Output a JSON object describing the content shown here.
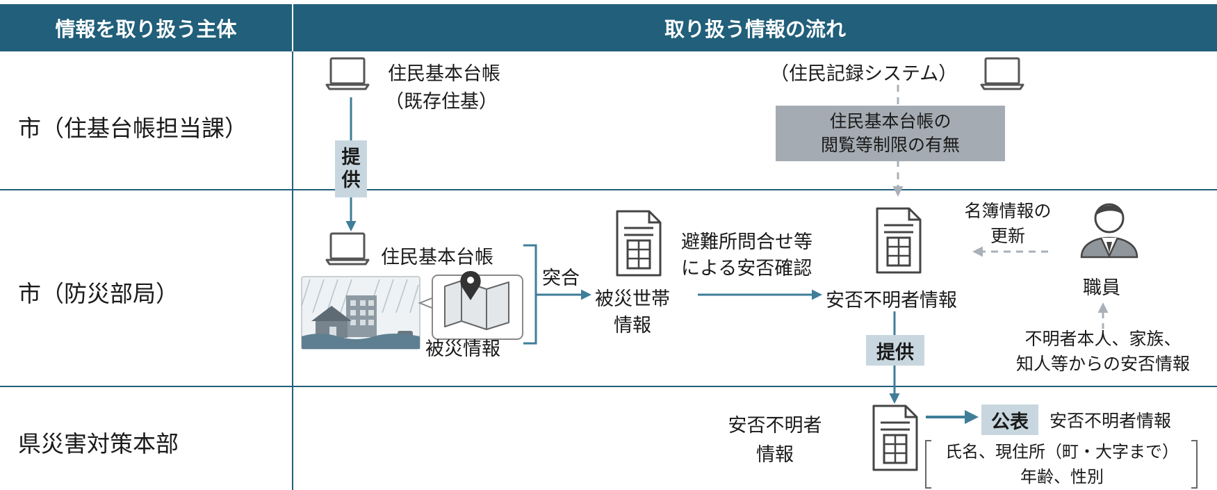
{
  "header": {
    "col1": "情報を取り扱う主体",
    "col2": "取り扱う情報の流れ"
  },
  "rows": [
    {
      "label": "市（住基台帳担当課）"
    },
    {
      "label": "市（防災部局）"
    },
    {
      "label": "県災害対策本部"
    }
  ],
  "flow": {
    "existing_registry": [
      "住民基本台帳",
      "（既存住基）"
    ],
    "resident_system": "（住民記録システム）",
    "restriction_note": [
      "住民基本台帳の",
      "閲覧等制限の有無"
    ],
    "provide_tag_1": [
      "提",
      "供"
    ],
    "registry_label": "住民基本台帳",
    "damage_label": "被災情報",
    "match_label": "突合",
    "household_label": [
      "被災世帯",
      "情報"
    ],
    "inquiry_label": [
      "避難所問合せ等",
      "による安否確認"
    ],
    "unknown_info_label": "安否不明者情報",
    "list_update_label": [
      "名簿情報の",
      "更新"
    ],
    "staff_label": "職員",
    "sources_label": [
      "不明者本人、家族、",
      "知人等からの安否情報"
    ],
    "provide_tag_2": "提供",
    "pref_unknown_label": [
      "安否不明者",
      "情報"
    ],
    "publish_tag": "公表",
    "publish_title": "安否不明者情報",
    "publish_items": [
      "氏名、現住所（町・大字まで）",
      "年齢、性別"
    ]
  },
  "colors": {
    "header_bg": "#215f7a",
    "arrow": "#3f7d99",
    "tag_bg": "#c8d7df",
    "note_bg": "#a5abb2",
    "dashed": "#a9b0b8"
  }
}
